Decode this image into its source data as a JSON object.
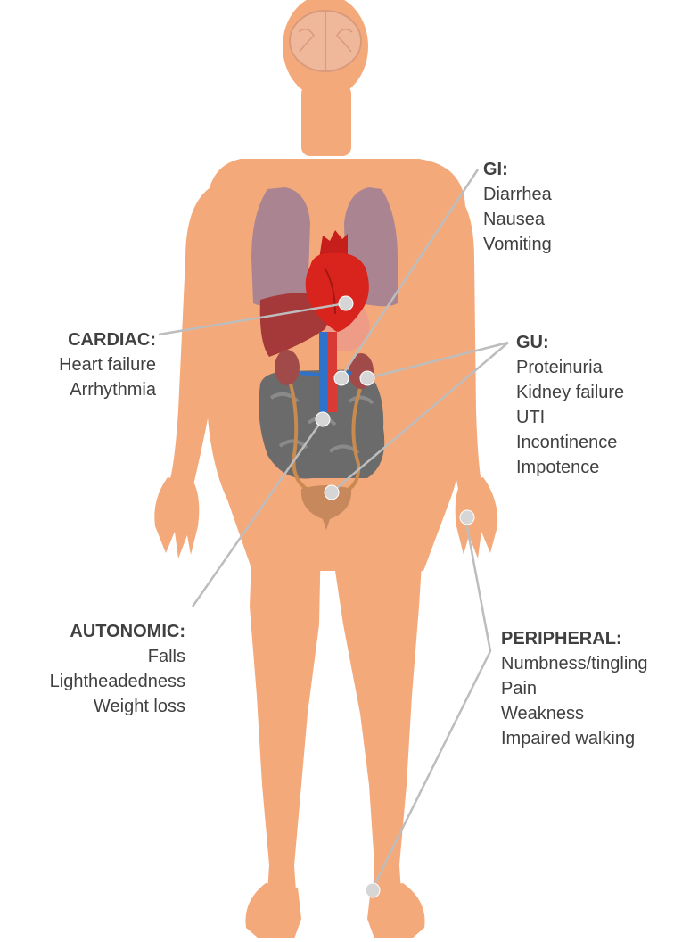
{
  "groups": {
    "cardiac": {
      "heading": "CARDIAC:",
      "items": [
        "Heart failure",
        "Arrhythmia"
      ]
    },
    "gi": {
      "heading": "GI:",
      "items": [
        "Diarrhea",
        "Nausea",
        "Vomiting"
      ]
    },
    "gu": {
      "heading": "GU:",
      "items": [
        "Proteinuria",
        "Kidney failure",
        "UTI",
        "Incontinence",
        "Impotence"
      ]
    },
    "autonomic": {
      "heading": "AUTONOMIC:",
      "items": [
        "Falls",
        "Lightheadedness",
        "Weight loss"
      ]
    },
    "peripheral": {
      "heading": "PERIPHERAL:",
      "items": [
        "Numbness/tingling",
        "Pain",
        "Weakness",
        "Impaired walking"
      ]
    }
  },
  "colors": {
    "skin": "#F4A97B",
    "lungs": "#9C7F95",
    "heart": "#D9241E",
    "liver": "#A53838",
    "stomach": "#EE9C88",
    "intestines": "#6B6B6B",
    "kidneys": "#A14A4A",
    "aorta": "#D93A35",
    "vena_cava": "#2F72C9",
    "ureters": "#C98A4F",
    "bladder": "#C7885B",
    "brain": "#EFB89A",
    "leader_line": "#BDBDBD",
    "text": "#404040"
  }
}
